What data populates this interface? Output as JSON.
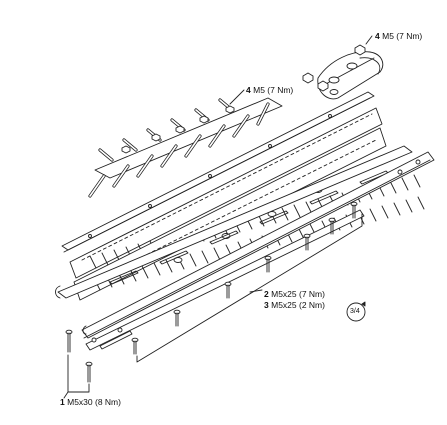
{
  "callouts": [
    {
      "number": "4",
      "text": "M5 (7 Nm)"
    },
    {
      "number": "4",
      "text": "M5 (7 Nm)"
    },
    {
      "number": "2",
      "text": "M5x25 (7 Nm)"
    },
    {
      "number": "3",
      "text": "M5x25 (2 Nm)"
    },
    {
      "number": "1",
      "text": "M5x30 (8 Nm)"
    }
  ],
  "rotation_note": "3/4",
  "colors": {
    "line": "#222222",
    "fill": "#ffffff",
    "shade": "#e6e6e6"
  }
}
